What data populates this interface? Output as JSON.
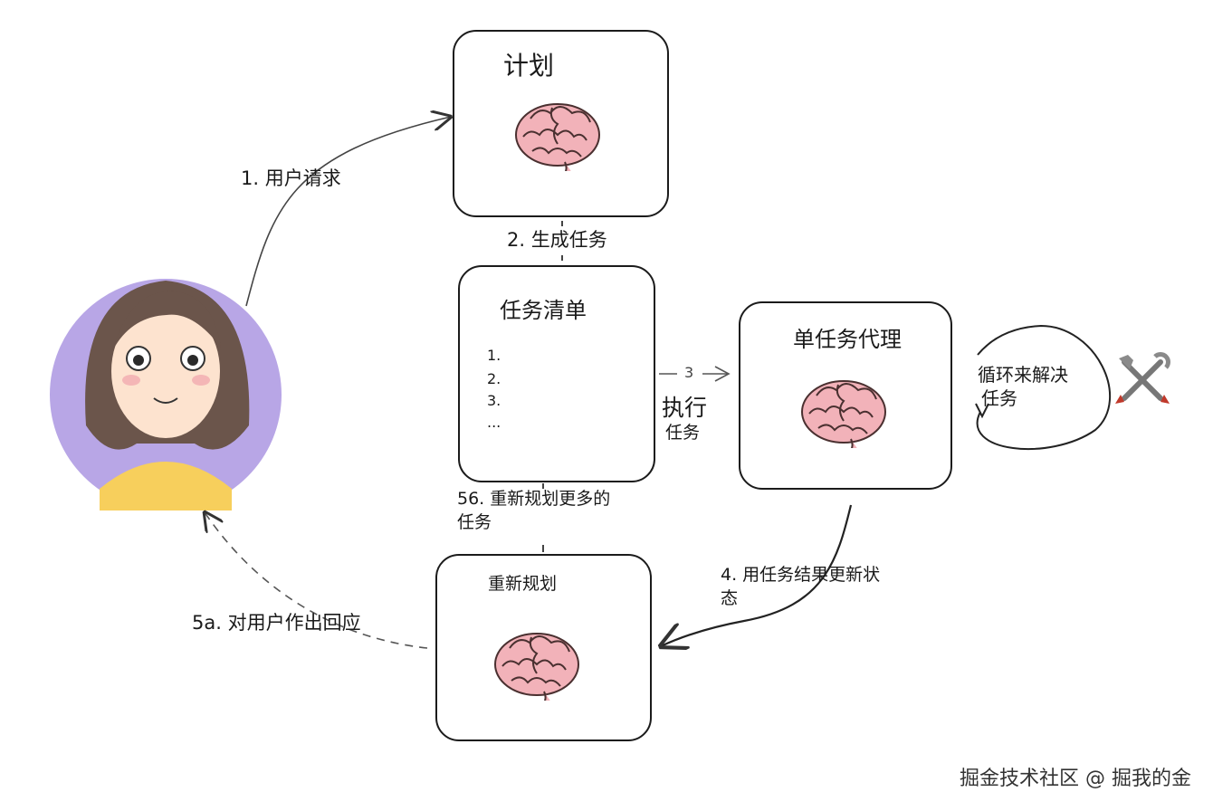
{
  "boxes": {
    "plan": {
      "title": "计划"
    },
    "task_list": {
      "title": "任务清单",
      "items": [
        "1.",
        "2.",
        "3.",
        "..."
      ]
    },
    "single_agent": {
      "title": "单任务代理"
    },
    "replan": {
      "title": "重新规划"
    }
  },
  "edges": {
    "user_request": "1. 用户请求",
    "generate_tasks": "2. 生成任务",
    "execute_arrow": "3",
    "execute_line1": "执行",
    "execute_line2": "任务",
    "loop_line1": "循环来解决",
    "loop_line2": "任务",
    "update_line1": "4. 用任务结果更新状",
    "update_line2": "态",
    "respond": "5a. 对用户作出回应",
    "replan_more_line1": "56. 重新规划更多的",
    "replan_more_line2": "任务"
  },
  "icons": {
    "brain": "brain-icon",
    "tools": "tools-icon",
    "avatar": "user-avatar"
  },
  "colors": {
    "avatar_bg": "#b8a6e6",
    "brain_fill": "#f2b2b9",
    "shirt": "#f7cf5c",
    "hair": "#6b554b"
  },
  "watermark": "掘金技术社区 @ 掘我的金"
}
